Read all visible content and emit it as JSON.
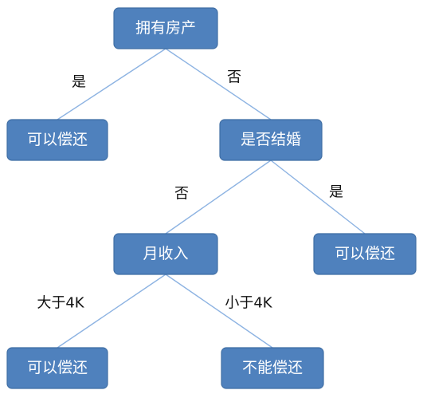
{
  "nodes": {
    "root": {
      "label": "拥有房产"
    },
    "yes_house": {
      "label": "可以偿还"
    },
    "married_q": {
      "label": "是否结婚"
    },
    "income": {
      "label": "月收入"
    },
    "yes_married": {
      "label": "可以偿还"
    },
    "high_income": {
      "label": "可以偿还"
    },
    "low_income": {
      "label": "不能偿还"
    }
  },
  "edges": {
    "root_yes": {
      "label": "是"
    },
    "root_no": {
      "label": "否"
    },
    "married_no": {
      "label": "否"
    },
    "married_yes": {
      "label": "是"
    },
    "income_high": {
      "label": "大于4K"
    },
    "income_low": {
      "label": "小于4K"
    }
  },
  "colors": {
    "node_fill": "#4f81bd",
    "node_text": "#ffffff",
    "edge_line": "#8db3e2"
  }
}
